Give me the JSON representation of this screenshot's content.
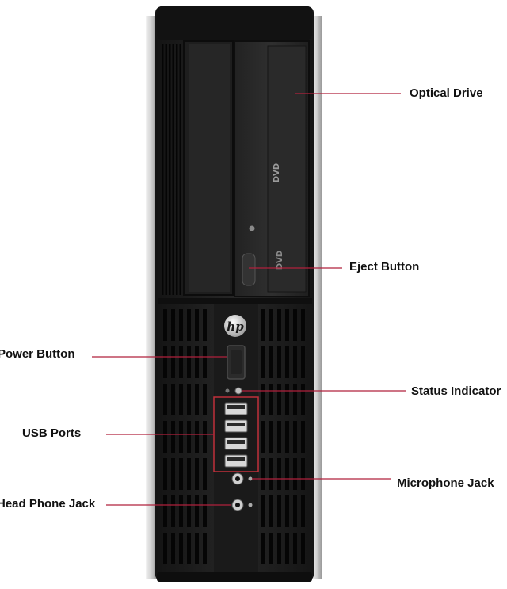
{
  "labels": {
    "optical_drive": "Optical Drive",
    "eject_button": "Eject Button",
    "power_button": "Power Button",
    "status_indicator": "Status Indicator",
    "usb_ports": "USB Ports",
    "microphone_jack": "Microphone Jack",
    "headphone_jack": "Head Phone Jack"
  },
  "drive_logos": {
    "upper": "DVD",
    "lower": "DVD"
  },
  "brand": "hp",
  "colors": {
    "callout_line": "#b0203c",
    "chassis": "#1c1c1c",
    "bezel": "#2a2a2a",
    "side_panel": "#d9d9d9",
    "usb_highlight": "#c0303a"
  }
}
